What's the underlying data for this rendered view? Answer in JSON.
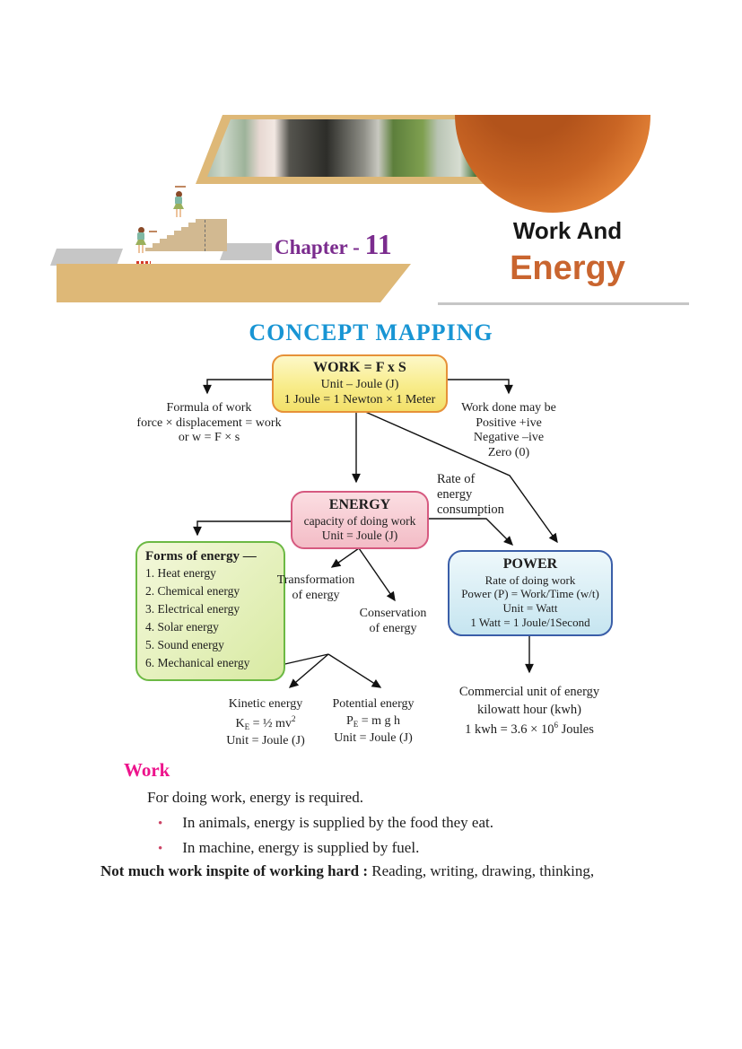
{
  "header": {
    "chapter_prefix": "Chapter - ",
    "chapter_number": "11",
    "title_line1": "Work And",
    "title_line2": "Energy"
  },
  "concept_map": {
    "title": "CONCEPT MAPPING",
    "work_box": {
      "title": "WORK = F x S",
      "line1": "Unit – Joule (J)",
      "line2": "1 Joule = 1 Newton × 1 Meter"
    },
    "energy_box": {
      "title": "ENERGY",
      "line1": "capacity of doing work",
      "line2": "Unit = Joule (J)"
    },
    "power_box": {
      "title": "POWER",
      "line1": "Rate of doing work",
      "line2": "Power (P) = Work/Time (w/t)",
      "line3": "Unit = Watt",
      "line4": "1 Watt = 1 Joule/1Second"
    },
    "forms_box": {
      "title": "Forms of energy —",
      "items": [
        "1. Heat energy",
        "2. Chemical energy",
        "3. Electrical energy",
        "4. Solar energy",
        "5. Sound energy",
        "6. Mechanical energy"
      ]
    },
    "labels": {
      "formula": {
        "line1": "Formula of work",
        "line2": "force × displacement = work",
        "line3": "or w = F × s"
      },
      "work_done": {
        "line1": "Work done may be",
        "line2": "Positive +ive",
        "line3": "Negative –ive",
        "line4": "Zero (0)"
      },
      "rate": {
        "line1": "Rate of",
        "line2": "energy",
        "line3": "consumption"
      },
      "transformation": {
        "line1": "Transformation",
        "line2": "of energy"
      },
      "conservation": {
        "line1": "Conservation",
        "line2": "of energy"
      },
      "kinetic": {
        "title": "Kinetic energy",
        "f_base": "K",
        "f_sub": "E",
        "f_mid": " = ½ mv",
        "f_sup": "2",
        "unit": "Unit = Joule (J)"
      },
      "potential": {
        "title": "Potential energy",
        "f_base": "P",
        "f_sub": "E",
        "f_mid": " = m g h",
        "unit": "Unit = Joule (J)"
      },
      "commercial": {
        "line1": "Commercial unit of energy",
        "line2": "kilowatt hour (kwh)",
        "line3_pre": "1 kwh = 3.6 × 10",
        "line3_sup": "6",
        "line3_post": " Joules"
      }
    }
  },
  "body": {
    "section_title": "Work",
    "intro": "For doing work, energy is required.",
    "bullet_char": "•",
    "bullets": [
      "In animals, energy is supplied by the food they eat.",
      "In machine, energy is supplied by fuel."
    ],
    "note_bold": "Not much work inspite of working hard :",
    "note_rest": " Reading, writing, drawing, thinking,"
  },
  "colors": {
    "chapter_purple": "#7b2c8e",
    "energy_title_orange": "#c9652f",
    "concept_blue": "#1895d4",
    "band_tan": "#deb877",
    "circle_orange": "#d26f2a",
    "section_pink": "#ed148c",
    "work_box_border": "#e69138",
    "energy_box_border": "#d65a80",
    "power_box_border": "#3a5ea8",
    "forms_box_border": "#6cb944"
  }
}
